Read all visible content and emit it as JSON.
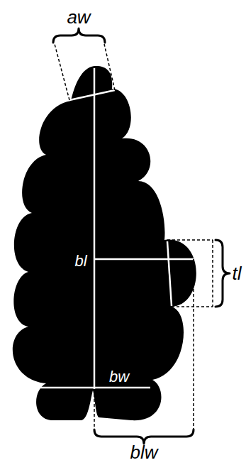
{
  "diagram": {
    "labels": [
      "aw",
      "bl",
      "tl",
      "bw",
      "blw"
    ]
  }
}
